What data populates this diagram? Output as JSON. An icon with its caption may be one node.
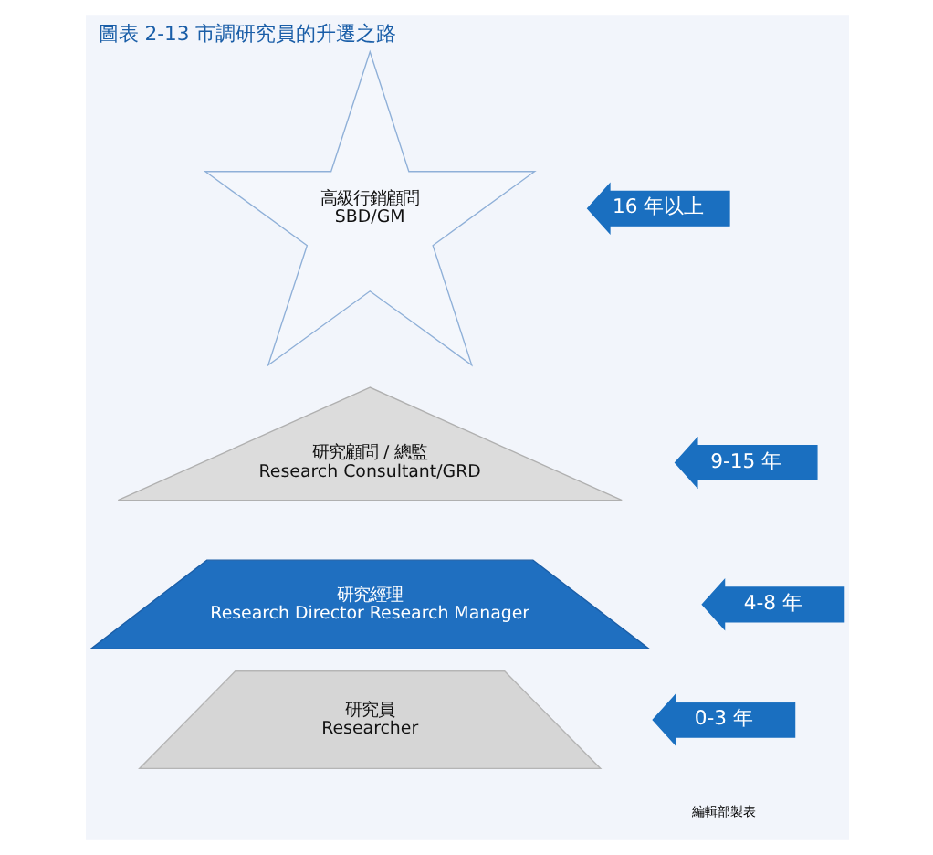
{
  "diagram": {
    "title": "圖表 2-13 市調研究員的升遷之路",
    "nodes": [
      {
        "text": [
          "高級行銷顧問",
          "SBD/GM"
        ]
      },
      {
        "text": [
          "研究顧問 / 總監",
          "Research Consultant/GRD"
        ]
      },
      {
        "text": [
          "研究經理",
          "Research Director Research Manager"
        ]
      },
      {
        "text": [
          "研究員",
          "Researcher"
        ]
      },
      {
        "text": [
          "16 年以上"
        ]
      },
      {
        "text": [
          "9-15 年"
        ]
      },
      {
        "text": [
          "4-8 年"
        ]
      },
      {
        "text": [
          "0-3 年"
        ]
      }
    ],
    "edges": [],
    "labels": [
      "編輯部製表"
    ]
  }
}
